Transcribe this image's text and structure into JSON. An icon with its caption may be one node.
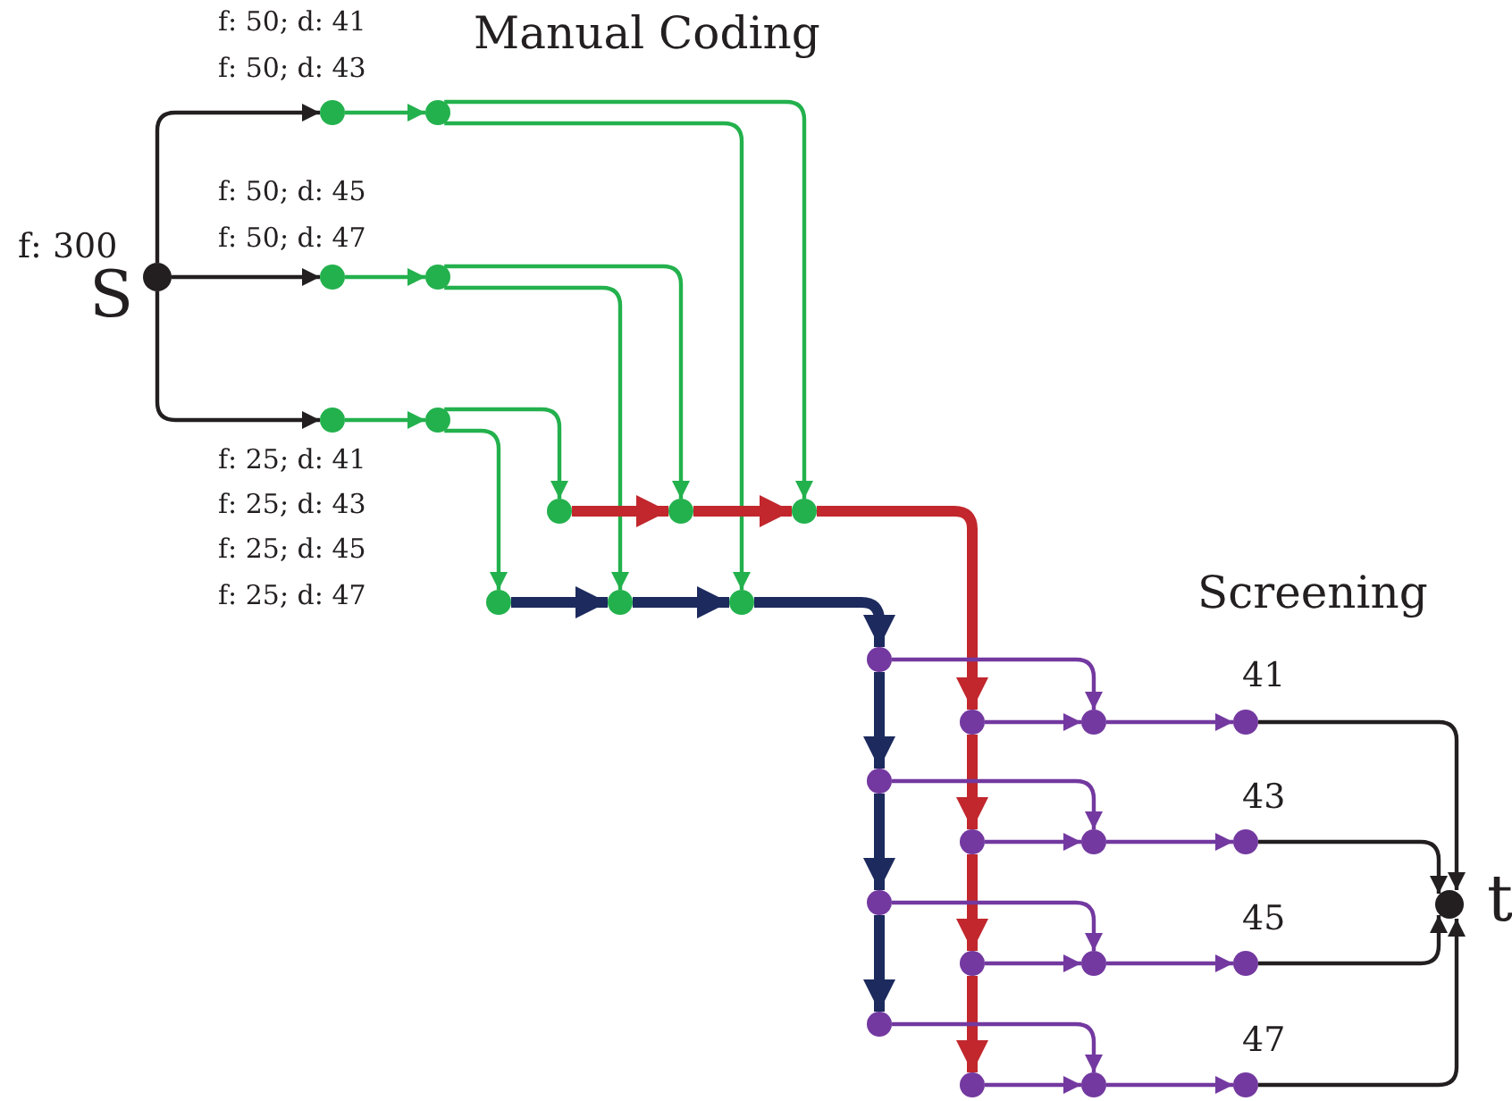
{
  "diagram": {
    "nodes": [
      {
        "text": [],
        "shape": "circle",
        "beside": [
          "f: 300",
          "S"
        ]
      },
      {
        "text": [],
        "shape": "circle"
      },
      {
        "text": [],
        "shape": "circle"
      },
      {
        "text": [],
        "shape": "circle"
      },
      {
        "text": [],
        "shape": "circle"
      },
      {
        "text": [],
        "shape": "circle"
      },
      {
        "text": [],
        "shape": "circle"
      },
      {
        "text": [],
        "shape": "circle"
      },
      {
        "text": [],
        "shape": "circle"
      },
      {
        "text": [],
        "shape": "circle"
      },
      {
        "text": [],
        "shape": "circle"
      },
      {
        "text": [],
        "shape": "circle"
      },
      {
        "text": [],
        "shape": "circle"
      },
      {
        "text": [],
        "shape": "circle"
      },
      {
        "text": [],
        "shape": "circle"
      },
      {
        "text": [],
        "shape": "circle"
      },
      {
        "text": [],
        "shape": "circle",
        "beside": [
          "41"
        ]
      },
      {
        "text": [],
        "shape": "circle"
      },
      {
        "text": [],
        "shape": "circle"
      },
      {
        "text": [],
        "shape": "circle"
      },
      {
        "text": [],
        "shape": "circle",
        "beside": [
          "43"
        ]
      },
      {
        "text": [],
        "shape": "circle"
      },
      {
        "text": [],
        "shape": "circle"
      },
      {
        "text": [],
        "shape": "circle"
      },
      {
        "text": [],
        "shape": "circle",
        "beside": [
          "45"
        ]
      },
      {
        "text": [],
        "shape": "circle"
      },
      {
        "text": [],
        "shape": "circle"
      },
      {
        "text": [],
        "shape": "circle"
      },
      {
        "text": [],
        "shape": "circle",
        "beside": [
          "47"
        ]
      },
      {
        "text": [],
        "shape": "circle",
        "beside": [
          "t"
        ]
      }
    ],
    "edges": [
      {
        "from": 0,
        "to": 1,
        "arrow": "to",
        "color": "#231f20"
      },
      {
        "from": 0,
        "to": 3,
        "arrow": "to",
        "color": "#231f20"
      },
      {
        "from": 0,
        "to": 5,
        "arrow": "to",
        "color": "#231f20"
      },
      {
        "from": 1,
        "to": 2,
        "arrow": "to",
        "color": "#23b14d"
      },
      {
        "from": 3,
        "to": 4,
        "arrow": "to",
        "color": "#23b14d"
      },
      {
        "from": 5,
        "to": 6,
        "arrow": "to",
        "color": "#23b14d"
      },
      {
        "from": 2,
        "to": 9,
        "arrow": "to",
        "color": "#23b14d"
      },
      {
        "from": 2,
        "to": 12,
        "arrow": "to",
        "color": "#23b14d"
      },
      {
        "from": 4,
        "to": 8,
        "arrow": "to",
        "color": "#23b14d"
      },
      {
        "from": 4,
        "to": 11,
        "arrow": "to",
        "color": "#23b14d"
      },
      {
        "from": 6,
        "to": 7,
        "arrow": "to",
        "color": "#23b14d"
      },
      {
        "from": 6,
        "to": 10,
        "arrow": "to",
        "color": "#23b14d"
      },
      {
        "from": 7,
        "to": 8,
        "arrow": "to",
        "style": "thick",
        "color": "#c1272d"
      },
      {
        "from": 8,
        "to": 9,
        "arrow": "to",
        "style": "thick",
        "color": "#c1272d"
      },
      {
        "from": 9,
        "to": 14,
        "arrow": "to",
        "style": "thick",
        "color": "#c1272d"
      },
      {
        "from": 10,
        "to": 11,
        "arrow": "to",
        "style": "thick",
        "color": "#1c2a5e"
      },
      {
        "from": 11,
        "to": 12,
        "arrow": "to",
        "style": "thick",
        "color": "#1c2a5e"
      },
      {
        "from": 12,
        "to": 13,
        "arrow": "to",
        "style": "thick",
        "color": "#1c2a5e"
      },
      {
        "from": 14,
        "to": 18,
        "arrow": "to",
        "style": "thick",
        "color": "#c1272d"
      },
      {
        "from": 18,
        "to": 22,
        "arrow": "to",
        "style": "thick",
        "color": "#c1272d"
      },
      {
        "from": 22,
        "to": 26,
        "arrow": "to",
        "style": "thick",
        "color": "#c1272d"
      },
      {
        "from": 13,
        "to": 17,
        "arrow": "to",
        "style": "thick",
        "color": "#1c2a5e"
      },
      {
        "from": 17,
        "to": 21,
        "arrow": "to",
        "style": "thick",
        "color": "#1c2a5e"
      },
      {
        "from": 21,
        "to": 25,
        "arrow": "to",
        "style": "thick",
        "color": "#1c2a5e"
      },
      {
        "from": 13,
        "to": 15,
        "arrow": "to"
      },
      {
        "from": 14,
        "to": 15,
        "arrow": "to"
      },
      {
        "from": 15,
        "to": 16,
        "arrow": "to"
      },
      {
        "from": 16,
        "to": 29,
        "arrow": "to",
        "color": "#231f20"
      },
      {
        "from": 17,
        "to": 19,
        "arrow": "to"
      },
      {
        "from": 18,
        "to": 19,
        "arrow": "to"
      },
      {
        "from": 19,
        "to": 20,
        "arrow": "to"
      },
      {
        "from": 20,
        "to": 29,
        "arrow": "to",
        "color": "#231f20"
      },
      {
        "from": 21,
        "to": 23,
        "arrow": "to"
      },
      {
        "from": 22,
        "to": 23,
        "arrow": "to"
      },
      {
        "from": 23,
        "to": 24,
        "arrow": "to"
      },
      {
        "from": 24,
        "to": 29,
        "arrow": "to",
        "color": "#231f20"
      },
      {
        "from": 25,
        "to": 27,
        "arrow": "to"
      },
      {
        "from": 26,
        "to": 27,
        "arrow": "to"
      },
      {
        "from": 27,
        "to": 28,
        "arrow": "to"
      },
      {
        "from": 28,
        "to": 29,
        "arrow": "to",
        "color": "#231f20"
      }
    ],
    "labels": [
      "f: 50; d: 41",
      "f: 50; d: 43",
      "Manual Coding",
      "f: 50; d: 45",
      "f: 50; d: 47",
      "f: 25; d: 41",
      "f: 25; d: 43",
      "f: 25; d: 45",
      "f: 25; d: 47",
      "Screening"
    ]
  }
}
